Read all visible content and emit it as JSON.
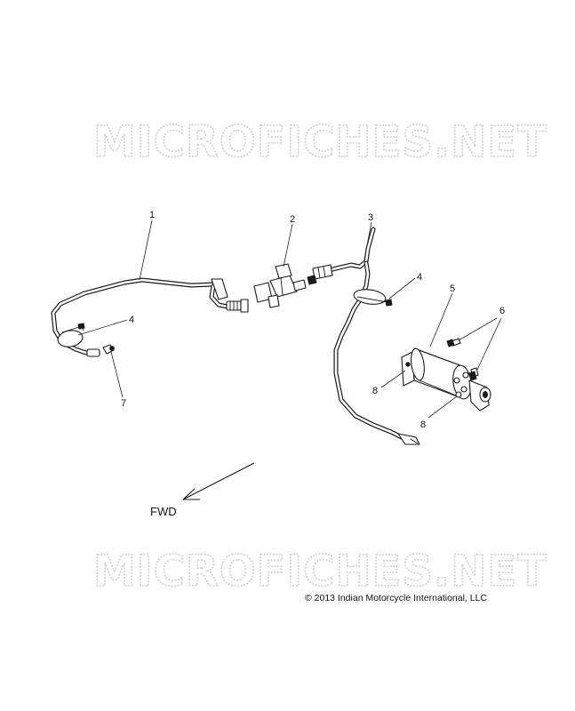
{
  "watermark": {
    "top": "MICROFICHES.NET",
    "bottom": "MICROFICHES.NET"
  },
  "callouts": {
    "c1": "1",
    "c2": "2",
    "c3": "3",
    "c4a": "4",
    "c4b": "4",
    "c5": "5",
    "c6": "6",
    "c7": "7",
    "c8a": "8",
    "c8b": "8"
  },
  "direction_label": "FWD",
  "copyright": "© 2013 Indian Motorcycle International, LLC"
}
